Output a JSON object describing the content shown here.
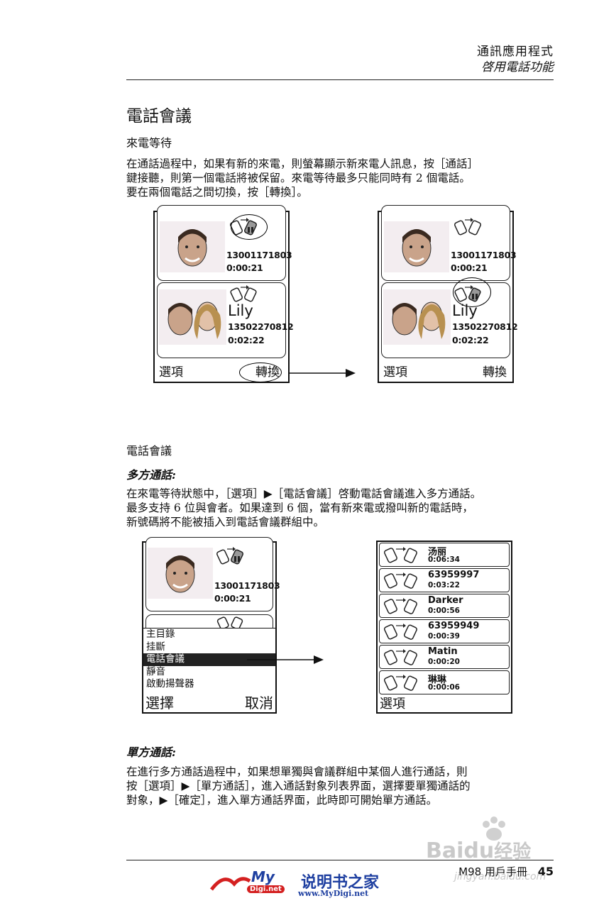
{
  "header": {
    "chapter": "通訊應用程式",
    "section": "啓用電話功能"
  },
  "title": "電話會議",
  "call_waiting": {
    "heading": "來電等待",
    "lines": [
      "在通話過程中，如果有新的來電，則螢幕顯示新來電人訊息，按［通話］",
      "鍵接聽，則第一個電話將被保留。來電等待最多只能同時有 2 個電話。",
      "要在兩個電話之間切換，按［轉換］。"
    ]
  },
  "screen_a": {
    "call1": {
      "number": "13001171803",
      "time": "0:00:21"
    },
    "call2": {
      "name": "Lily",
      "number": "13502270812",
      "time": "0:02:22"
    },
    "left_soft": "選項",
    "right_soft": "轉換"
  },
  "screen_b": {
    "call1": {
      "number": "13001171803",
      "time": "0:00:21"
    },
    "call2": {
      "name": "Lily",
      "number": "13502270812",
      "time": "0:02:22"
    },
    "left_soft": "選項",
    "right_soft": "轉換"
  },
  "conference": {
    "heading": "電話會議",
    "subheading": "多方通話:",
    "lines": [
      "在來電等待狀態中，［選項］▶［電話會議］啓動電話會議進入多方通話。",
      "最多支持 6 位與會者。如果達到 6 個，當有新來電或撥叫新的電話時，",
      "新號碼將不能被插入到電話會議群組中。"
    ]
  },
  "screen_c": {
    "call1": {
      "number": "13001171803",
      "time": "0:00:21"
    },
    "menu": [
      "主目錄",
      "挂斷",
      "電話會議",
      "靜音",
      "啟動揚聲器"
    ],
    "menu_selected_index": 2,
    "left_soft": "選擇",
    "right_soft": "取消"
  },
  "screen_d": {
    "rows": [
      {
        "name": "汤丽",
        "time": "0:06:34"
      },
      {
        "name": "63959997",
        "time": "0:03:22"
      },
      {
        "name": "Darker",
        "time": "0:00:56"
      },
      {
        "name": "63959949",
        "time": "0:00:39"
      },
      {
        "name": "Matin",
        "time": "0:00:20"
      },
      {
        "name": "琳琳",
        "time": "0:00:06"
      }
    ],
    "left_soft": "選項"
  },
  "single": {
    "subheading": "單方通話:",
    "lines": [
      "在進行多方通話過程中，如果想單獨與會議群組中某個人進行通話，則",
      "按［選項］▶［單方通話］，進入通話對象列表界面，選擇要單獨通話的",
      "對象，▶［確定］，進入單方通話界面，此時即可開始單方通話。"
    ]
  },
  "footer": {
    "manual": "M98 用戶手冊",
    "page": "45",
    "logo_brand": "My",
    "logo_sub": "Digi.net",
    "logo_cn": "说明书之家",
    "logo_url": "www.MyDigi.net"
  },
  "watermark": {
    "brand": "Baidu",
    "brand_cn": "经验",
    "url": "jingyan.baidu.com"
  },
  "colors": {
    "logo_red": "#d42020",
    "logo_blue": "#1e3fa0",
    "watermark": "#c9c9c9"
  }
}
